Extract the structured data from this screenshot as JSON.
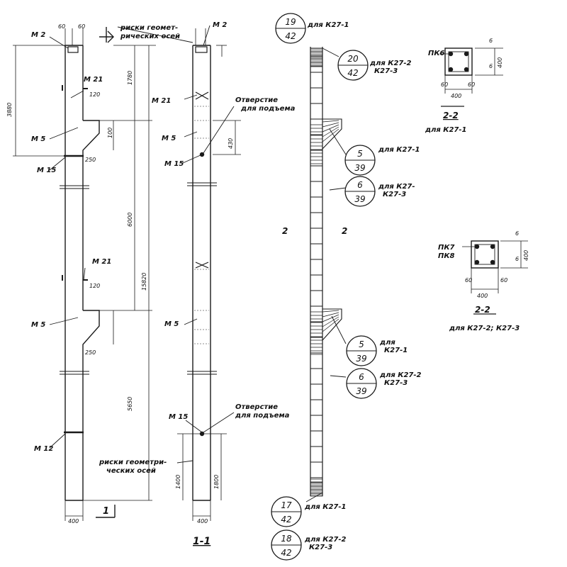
{
  "marks": {
    "m2_left": "M 2",
    "m2_right": "M 2",
    "m21_a": "M 21",
    "m21_b": "M 21",
    "m21_c": "M 21",
    "m5_a": "M 5",
    "m5_b": "M 5",
    "m5_c": "M 5",
    "m5_d": "M 5",
    "m15_a": "M 15",
    "m15_b": "M 15",
    "m15_c": "M 15",
    "m12": "M 12"
  },
  "notes": {
    "axis_marks_1": "риски геомет-",
    "axis_marks_2": "рических осей",
    "axis_marks_b1": "риски геометри-",
    "axis_marks_b2": "ческих осей",
    "lift_hole_1": "Отверстие",
    "lift_hole_2": "для подъема",
    "lift_hole_b1": "Отверстие",
    "lift_hole_b2": "для подъема"
  },
  "dims": {
    "d60a": "60",
    "d60b": "60",
    "d3880": "3880",
    "d120a": "120",
    "d120b": "120",
    "d1780": "1780",
    "d6000": "6000",
    "d15820": "15820",
    "d5650": "5650",
    "d1400": "1400",
    "d1800": "1800",
    "d400a": "400",
    "d400b": "400",
    "d250a": "250",
    "d250b": "250",
    "d430": "430",
    "d100": "100",
    "d400c": "400",
    "d400d": "400",
    "d400e": "400",
    "d400f": "400",
    "d60c": "60",
    "d60d": "60",
    "d60e": "60",
    "d60f": "60",
    "d6a": "6",
    "d6b": "6",
    "d6c": "6",
    "d6d": "6"
  },
  "views": {
    "elev_label": "1",
    "section_11": "1-1",
    "cut_a": "2",
    "cut_b": "2",
    "section_22_a": "2-2",
    "section_22_a_for": "для К27-1",
    "section_22_b": "2-2",
    "section_22_b_for": "для К27-2; К27-3",
    "pk6_top": "ПК6",
    "pk7": "ПК7",
    "pk8": "ПК8"
  },
  "callouts": [
    {
      "num": "19",
      "sheet": "42",
      "note1": "для К27-1",
      "note2": ""
    },
    {
      "num": "20",
      "sheet": "42",
      "note1": "для К27-2",
      "note2": "К27-3"
    },
    {
      "num": "5",
      "sheet": "39",
      "note1": "для К27-1",
      "note2": ""
    },
    {
      "num": "6",
      "sheet": "39",
      "note1": "для К27-",
      "note2": "К27-3"
    },
    {
      "num": "5",
      "sheet": "39",
      "note1": "для",
      "note2": "К27-1"
    },
    {
      "num": "6",
      "sheet": "39",
      "note1": "для К27-2",
      "note2": "К27-3"
    },
    {
      "num": "17",
      "sheet": "42",
      "note1": "для К27-1",
      "note2": ""
    },
    {
      "num": "18",
      "sheet": "42",
      "note1": "для К27-2",
      "note2": "К27-3"
    }
  ]
}
